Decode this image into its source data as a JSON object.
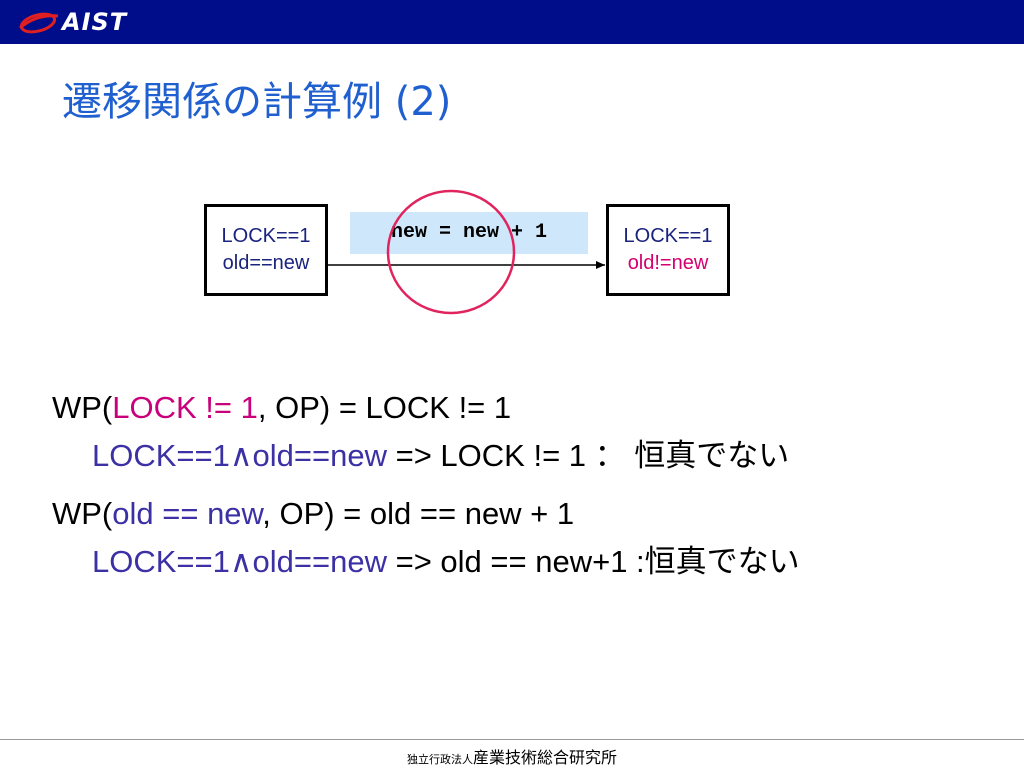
{
  "header": {
    "logo_text": "AIST",
    "bar_color": "#000d8a"
  },
  "title": "遷移関係の計算例 (2)",
  "diagram": {
    "state_from": {
      "line1": "LOCK==1",
      "line2": "old==new"
    },
    "state_to": {
      "line1": "LOCK==1",
      "line2": "old!=new"
    },
    "operation": "new = new + 1",
    "highlight_color": "#e0245e"
  },
  "body": {
    "line1": {
      "prefix": "WP(",
      "condition": "LOCK != 1",
      "suffix": ", OP) = LOCK != 1"
    },
    "line2": {
      "premise": "LOCK==1∧old==new",
      "conclusion": " => LOCK != 1 ： 恒真でない"
    },
    "line3": {
      "prefix": "WP(",
      "condition": "old == new",
      "suffix": ", OP) = old == new + 1"
    },
    "line4": {
      "premise": "LOCK==1∧old==new",
      "conclusion": " => old == new+1 :恒真でない"
    }
  },
  "footer": {
    "small": "独立行政法人",
    "main": "産業技術総合研究所"
  }
}
